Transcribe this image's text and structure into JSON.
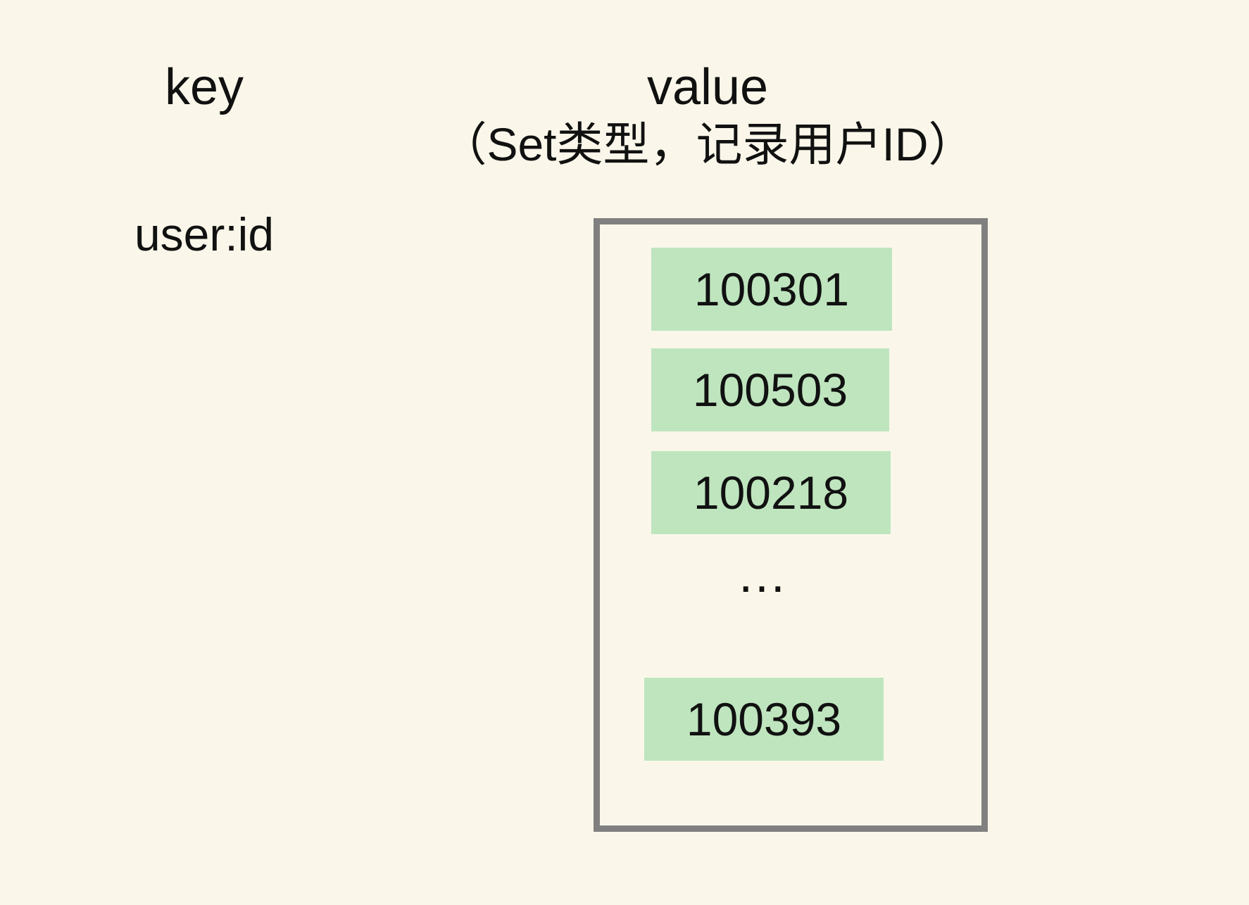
{
  "canvas": {
    "background_color": "#FAF7EA",
    "text_color": "#111111"
  },
  "headings": {
    "key": "key",
    "value": "value",
    "value_note": "（Set类型，记录用户ID）"
  },
  "key_cell": {
    "label": "user:id"
  },
  "value_box": {
    "border_color": "#808080",
    "chip_color": "#BFE5BF",
    "entries": [
      {
        "label": "100301",
        "type": "chip"
      },
      {
        "label": "100503",
        "type": "chip"
      },
      {
        "label": "100218",
        "type": "chip"
      },
      {
        "label": "…",
        "type": "ellipsis"
      },
      {
        "label": "100393",
        "type": "chip"
      }
    ]
  }
}
